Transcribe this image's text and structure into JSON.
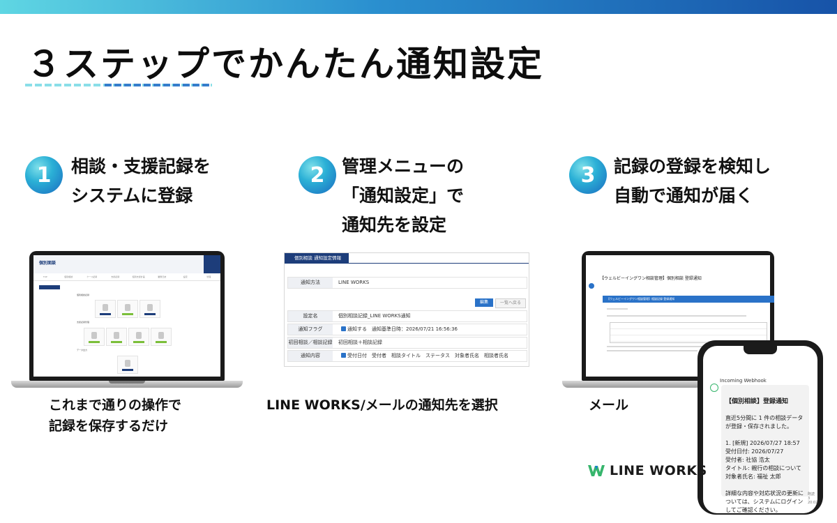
{
  "title": "３ステップでかんたん通知設定",
  "colors": {
    "accent": "#2a72c8",
    "dark_blue": "#1d3d7a",
    "gradient_start": "#5fd6e3",
    "gradient_end": "#1753a8",
    "line_works_green": "#36b56c"
  },
  "steps": [
    {
      "number": "1",
      "line1": "相談・支援記録を",
      "line2": "システムに登録",
      "line3": "",
      "caption_line1": "これまで通りの操作で",
      "caption_line2": "記録を保存するだけ"
    },
    {
      "number": "2",
      "line1": "管理メニューの",
      "line2": "「通知設定」で",
      "line3": "通知先を設定",
      "caption_line1": "LINE WORKS/メールの通知先を選択",
      "caption_line2": ""
    },
    {
      "number": "3",
      "line1": "記録の登録を検知し",
      "line2": "自動で通知が届く",
      "line3": "",
      "caption_line1": "メール",
      "caption_line2": ""
    }
  ],
  "screen1": {
    "logo": "個別面談",
    "nav": [
      "TOP",
      "個別相談",
      "ケース記録",
      "支援記録",
      "個別支援計画",
      "業務日誌",
      "設定",
      "管理"
    ],
    "side_label": "相談支援記録",
    "groups": [
      "個別相談記録",
      "支援記録管理",
      "データ出力"
    ]
  },
  "screen2": {
    "tab": "個別相談 通知設定情報",
    "method_label": "通知方法",
    "method_value": "LINE WORKS",
    "edit_button": "編集",
    "back_button": "一覧へ戻る",
    "rows": [
      {
        "label": "設定名",
        "value": "個別相談記録_LINE WORKS通知"
      },
      {
        "label": "通知フラグ",
        "value": "通知する　通知基準日時：2026/07/21 16:56:36"
      },
      {
        "label": "初回相談／相談記録",
        "value": "初回相談＋相談記録"
      },
      {
        "label": "通知内容",
        "value": "受付日付　受付者　相談タイトル　ステータス　対象者氏名　相談者氏名"
      }
    ]
  },
  "screen3": {
    "subject": "【ウェルビーイングワン相談管理】個別相談 登録通知",
    "bar": "【ウェルビーイングワン相談管理】相談記録 登録通知"
  },
  "phone": {
    "sender": "Incoming Webhook",
    "message_title": "【個別相談】登録通知",
    "message_body": "直近5分間に 1 件の相談データが登録・保存されました。\n\n1. [新規] 2026/07/27 18:57\n   受付日付: 2026/07/27\n   受付者: 社協 浩太\n   タイトル: 親行の相談について\n   対象者氏名: 福祉 太郎\n\n詳細な内容や対応状況の更新については、システムにログインしてご確認ください。",
    "time": "既読 3\n20:02"
  },
  "brand": {
    "name": "LINE WORKS"
  }
}
